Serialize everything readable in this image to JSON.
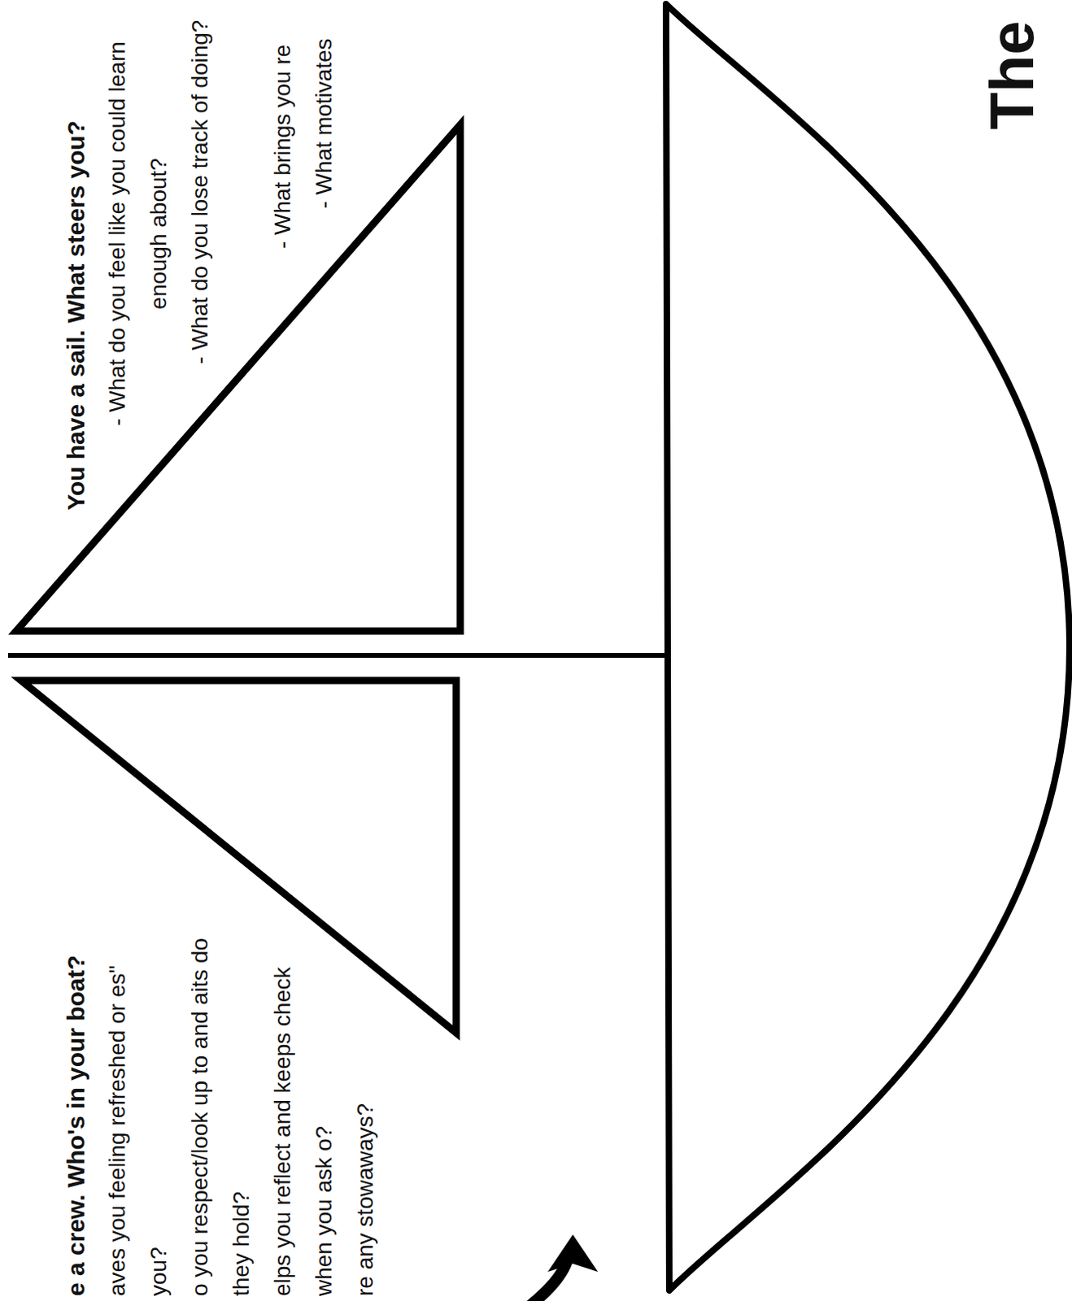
{
  "diagram": {
    "title": "The",
    "labels": [
      "You have a sail. What steers you?",
      "- What do you feel like you could learn enough about?",
      "- What do you lose track of doing?",
      "- What brings you re",
      "- What motivates",
      "e a crew. Who's in your boat?",
      "aves you feeling refreshed or es\" you?",
      "o you respect/look up to and aits do they hold?",
      "elps you reflect and keeps check when you ask o?",
      "re any stowaways?"
    ]
  }
}
